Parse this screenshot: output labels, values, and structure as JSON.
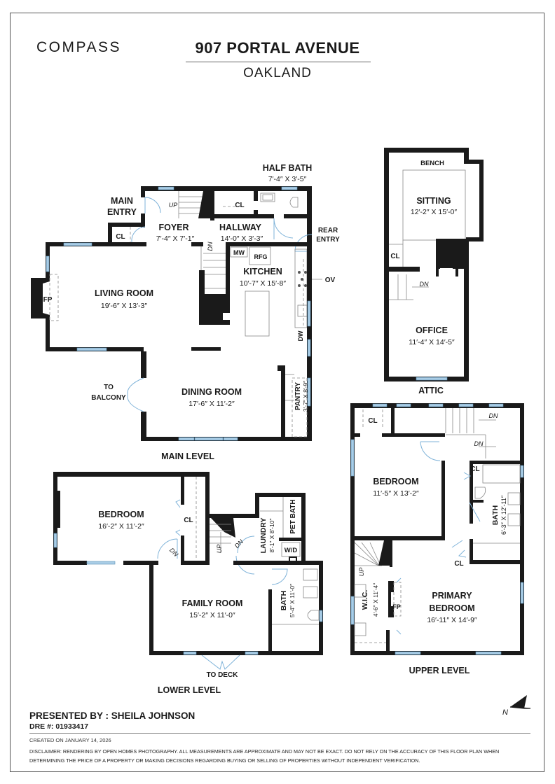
{
  "header": {
    "brand": "COMPASS",
    "address": "907 PORTAL AVENUE",
    "city": "OAKLAND"
  },
  "levels": {
    "main": {
      "label": "MAIN LEVEL",
      "rooms": {
        "half_bath": {
          "name": "HALF BATH",
          "dims": "7′-4″ X 3′-5″"
        },
        "main_entry_1": "MAIN",
        "main_entry_2": "ENTRY",
        "foyer": {
          "name": "FOYER",
          "dims": "7′-4″ X 7′-1″"
        },
        "hallway": {
          "name": "HALLWAY",
          "dims": "14′-0″ X 3′-3″"
        },
        "rear_entry_1": "REAR",
        "rear_entry_2": "ENTRY",
        "living_room": {
          "name": "LIVING ROOM",
          "dims": "19′-6″ X 13′-3″"
        },
        "kitchen": {
          "name": "KITCHEN",
          "dims": "10′-7″ X 15′-8″"
        },
        "dining_room": {
          "name": "DINING ROOM",
          "dims": "17′-6″ X 11′-2″"
        },
        "pantry": {
          "name": "PANTRY",
          "dims": "3′-7″ X 8′-9″"
        },
        "to_balcony_1": "TO",
        "to_balcony_2": "BALCONY"
      },
      "fixtures": {
        "cl1": "CL",
        "cl2": "CL",
        "fp": "FP",
        "mw": "MW",
        "rfg": "RFG",
        "ov": "OV",
        "dw": "DW",
        "up": "UP",
        "dn": "DN"
      }
    },
    "attic": {
      "label": "ATTIC",
      "rooms": {
        "bench": "BENCH",
        "sitting": {
          "name": "SITTING",
          "dims": "12′-2″ X 15′-0″"
        },
        "office": {
          "name": "OFFICE",
          "dims": "11′-4″ X 14′-5″"
        }
      },
      "fixtures": {
        "cl": "CL",
        "dn": "DN"
      }
    },
    "upper": {
      "label": "UPPER LEVEL",
      "rooms": {
        "bedroom": {
          "name": "BEDROOM",
          "dims": "11′-5″ X 13′-2″"
        },
        "bath": {
          "name": "BATH",
          "dims": "6′-3″ X 12′-11″"
        },
        "primary_1": "PRIMARY",
        "primary_2": "BEDROOM",
        "primary_dims": "16′-11″ X 14′-9″",
        "wic": {
          "name": "W.I.C.",
          "dims": "4′-6″ X 11′-4″"
        }
      },
      "fixtures": {
        "cl1": "CL",
        "cl2": "CL",
        "cl3": "CL",
        "fp": "FP",
        "dn1": "DN",
        "dn2": "DN",
        "up": "UP"
      }
    },
    "lower": {
      "label": "LOWER LEVEL",
      "rooms": {
        "bedroom": {
          "name": "BEDROOM",
          "dims": "16′-2″ X 11′-2″"
        },
        "family_room": {
          "name": "FAMILY ROOM",
          "dims": "15′-2″ X 11′-0″"
        },
        "laundry": {
          "name": "LAUNDRY",
          "dims": "8′-1″ X 8′-10″"
        },
        "pet_bath": "PET BATH",
        "bath": {
          "name": "BATH",
          "dims": "5′-4″ X 11′-0″"
        },
        "to_deck": "TO DECK"
      },
      "fixtures": {
        "cl": "CL",
        "wd": "W/D",
        "up": "UP",
        "dn1": "DN",
        "dn2": "DN"
      }
    }
  },
  "compass": {
    "north": "N"
  },
  "footer": {
    "presented_by": "PRESENTED BY : SHEILA JOHNSON",
    "dre": "DRE #: 01933417",
    "created": "CREATED ON JANUARY 14, 2026",
    "disclaimer": "DISCLAIMER: RENDERING BY OPEN HOMES PHOTOGRAPHY. ALL MEASUREMENTS ARE APPROXIMATE AND MAY NOT BE EXACT. DO NOT RELY ON THE ACCURACY OF THIS FLOOR PLAN WHEN DETERMINING THE PRICE OF A PROPERTY OR MAKING DECISIONS REGARDING BUYING OR SELLING OF PROPERTIES WITHOUT INDEPENDENT VERIFICATION."
  },
  "colors": {
    "wall": "#1a1a1a",
    "window": "#a9cde6",
    "door": "#7fb3d9"
  }
}
